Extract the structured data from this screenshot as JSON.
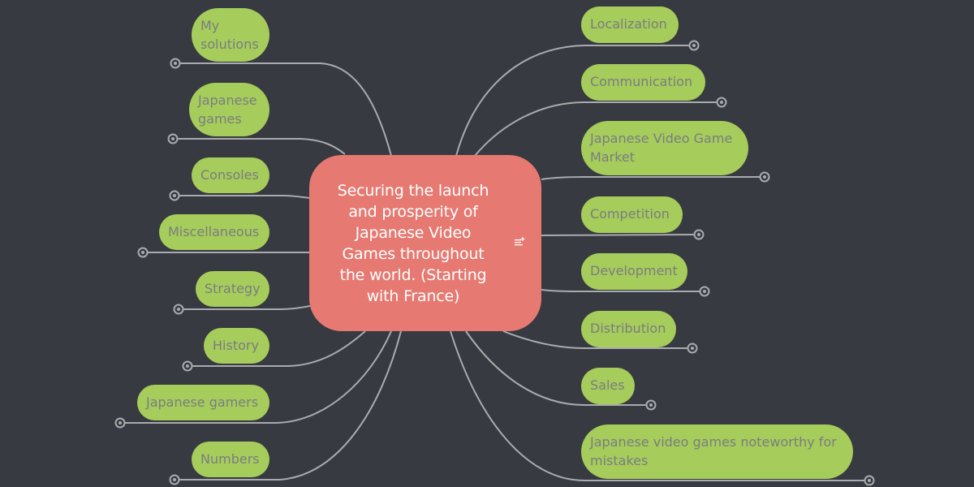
{
  "colors": {
    "background": "#373A40",
    "central_fill": "#E67A72",
    "central_text": "#FFFFFF",
    "topic_fill": "#A6CC5B",
    "topic_text": "#7A7D80",
    "connector": "#A9ABAE"
  },
  "central": {
    "title": "Securing the launch and prosperity of Japanese Video Games throughout the world. (Starting with France)",
    "lines": [
      "Securing the launch",
      "and prosperity of",
      "Japanese Video",
      "Games throughout",
      "the world. (Starting",
      "with France)"
    ],
    "icon": "notes-add-icon"
  },
  "left_topics": [
    {
      "label": "My solutions",
      "lines": [
        "My",
        "solutions"
      ]
    },
    {
      "label": "Japanese games",
      "lines": [
        "Japanese",
        "games"
      ]
    },
    {
      "label": "Consoles",
      "lines": [
        "Consoles"
      ]
    },
    {
      "label": "Miscellaneous",
      "lines": [
        "Miscellaneous"
      ]
    },
    {
      "label": "Strategy",
      "lines": [
        "Strategy"
      ]
    },
    {
      "label": "History",
      "lines": [
        "History"
      ]
    },
    {
      "label": "Japanese gamers",
      "lines": [
        "Japanese gamers"
      ]
    },
    {
      "label": "Numbers",
      "lines": [
        "Numbers"
      ]
    }
  ],
  "right_topics": [
    {
      "label": "Localization",
      "lines": [
        "Localization"
      ]
    },
    {
      "label": "Communication",
      "lines": [
        "Communication"
      ]
    },
    {
      "label": "Japanese Video Game Market",
      "lines": [
        "Japanese Video Game",
        "Market"
      ]
    },
    {
      "label": "Competition",
      "lines": [
        "Competition"
      ]
    },
    {
      "label": "Development",
      "lines": [
        "Development"
      ]
    },
    {
      "label": "Distribution",
      "lines": [
        "Distribution"
      ]
    },
    {
      "label": "Sales",
      "lines": [
        "Sales"
      ]
    },
    {
      "label": "Japanese video games noteworthy for mistakes",
      "lines": [
        "Japanese video games noteworthy for",
        "mistakes"
      ]
    }
  ],
  "collapse_toggle_icon": "collapse-circle-icon"
}
